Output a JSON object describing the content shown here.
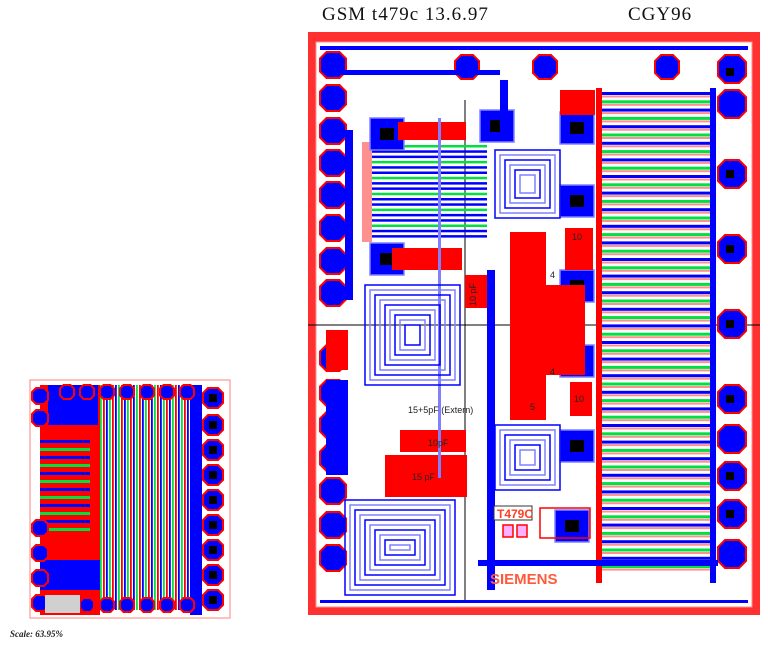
{
  "header": {
    "title": "GSM t479c 13.6.97",
    "chip_name": "CGY96"
  },
  "footer": {
    "scale": "Scale: 63.95%"
  },
  "layout_labels": {
    "cap_10pf_vertical": "10 pF",
    "cap_ext": "15+5pF (Extern)",
    "cap_10pf_small": "10pF",
    "cap_15pf": "15 pF",
    "cap_4_top": "4",
    "cap_4_bottom": "4",
    "cap_10_right": "10",
    "cap_10_right_bottom": "10",
    "cap_5": "5",
    "die_id": "T479C",
    "brand": "SIEMENS"
  },
  "colors": {
    "metal1": "#0000ff",
    "poly": "#ff0000",
    "diffusion": "#00e040",
    "contact": "#000000",
    "outline": "#ff8080"
  }
}
